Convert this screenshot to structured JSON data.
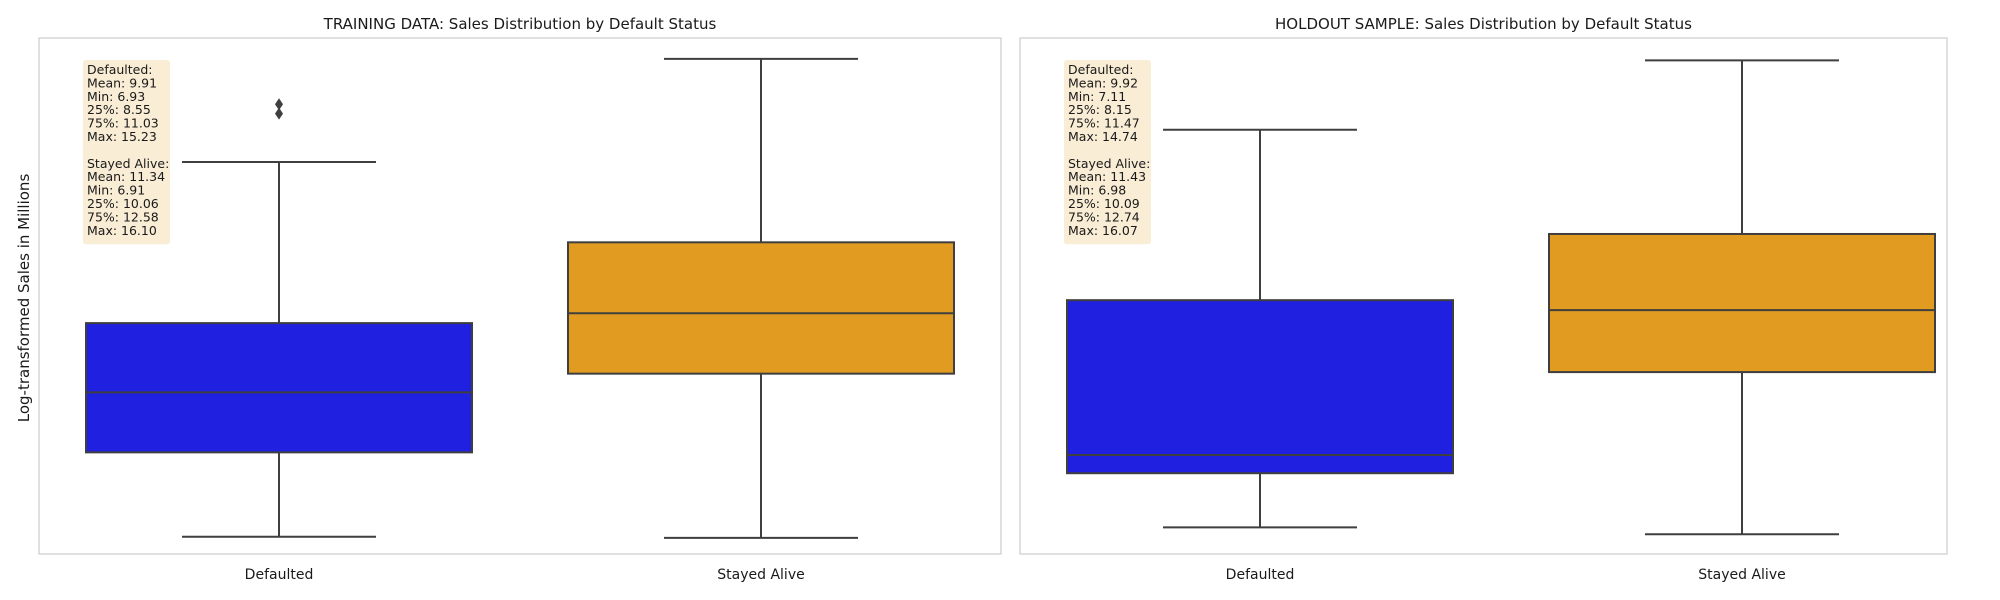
{
  "figure": {
    "ylabel": "Log-transformed Sales in Millions"
  },
  "colors": {
    "defaulted": "#2020e0",
    "stayed_alive": "#e09b20",
    "edges": "#3f3f3f",
    "stats_box": "#f5deb3"
  },
  "chart_data": [
    {
      "type": "box",
      "title": "TRAINING DATA: Sales Distribution by Default Status",
      "categories": [
        "Defaulted",
        "Stayed Alive"
      ],
      "ylim": [
        6.6,
        16.5
      ],
      "grid": false,
      "boxes": [
        {
          "name": "Defaulted",
          "whisker_low": 6.93,
          "q1": 8.55,
          "median": 9.7,
          "q3": 11.03,
          "whisker_high": 14.12,
          "outliers": [
            15.05,
            15.23
          ]
        },
        {
          "name": "Stayed Alive",
          "whisker_low": 6.91,
          "q1": 10.06,
          "median": 11.22,
          "q3": 12.58,
          "whisker_high": 16.1,
          "outliers": []
        }
      ],
      "stats_text": [
        "Defaulted:",
        " Mean: 9.91",
        " Min: 6.93",
        " 25%: 8.55",
        " 75%: 11.03",
        " Max: 15.23",
        "",
        "Stayed Alive:",
        " Mean: 11.34",
        " Min: 6.91",
        " 25%: 10.06",
        " 75%: 12.58",
        " Max: 16.10"
      ]
    },
    {
      "type": "box",
      "title": "HOLDOUT SAMPLE: Sales Distribution by Default Status",
      "categories": [
        "Defaulted",
        "Stayed Alive"
      ],
      "ylim": [
        6.6,
        16.5
      ],
      "grid": false,
      "boxes": [
        {
          "name": "Defaulted",
          "whisker_low": 7.11,
          "q1": 8.15,
          "median": 8.5,
          "q3": 11.47,
          "whisker_high": 14.74,
          "outliers": []
        },
        {
          "name": "Stayed Alive",
          "whisker_low": 6.98,
          "q1": 10.09,
          "median": 11.28,
          "q3": 12.74,
          "whisker_high": 16.07,
          "outliers": []
        }
      ],
      "stats_text": [
        "Defaulted:",
        " Mean: 9.92",
        " Min: 7.11",
        " 25%: 8.15",
        " 75%: 11.47",
        " Max: 14.74",
        "",
        "Stayed Alive:",
        " Mean: 11.43",
        " Min: 6.98",
        " 25%: 10.09",
        " 75%: 12.74",
        " Max: 16.07"
      ]
    }
  ]
}
